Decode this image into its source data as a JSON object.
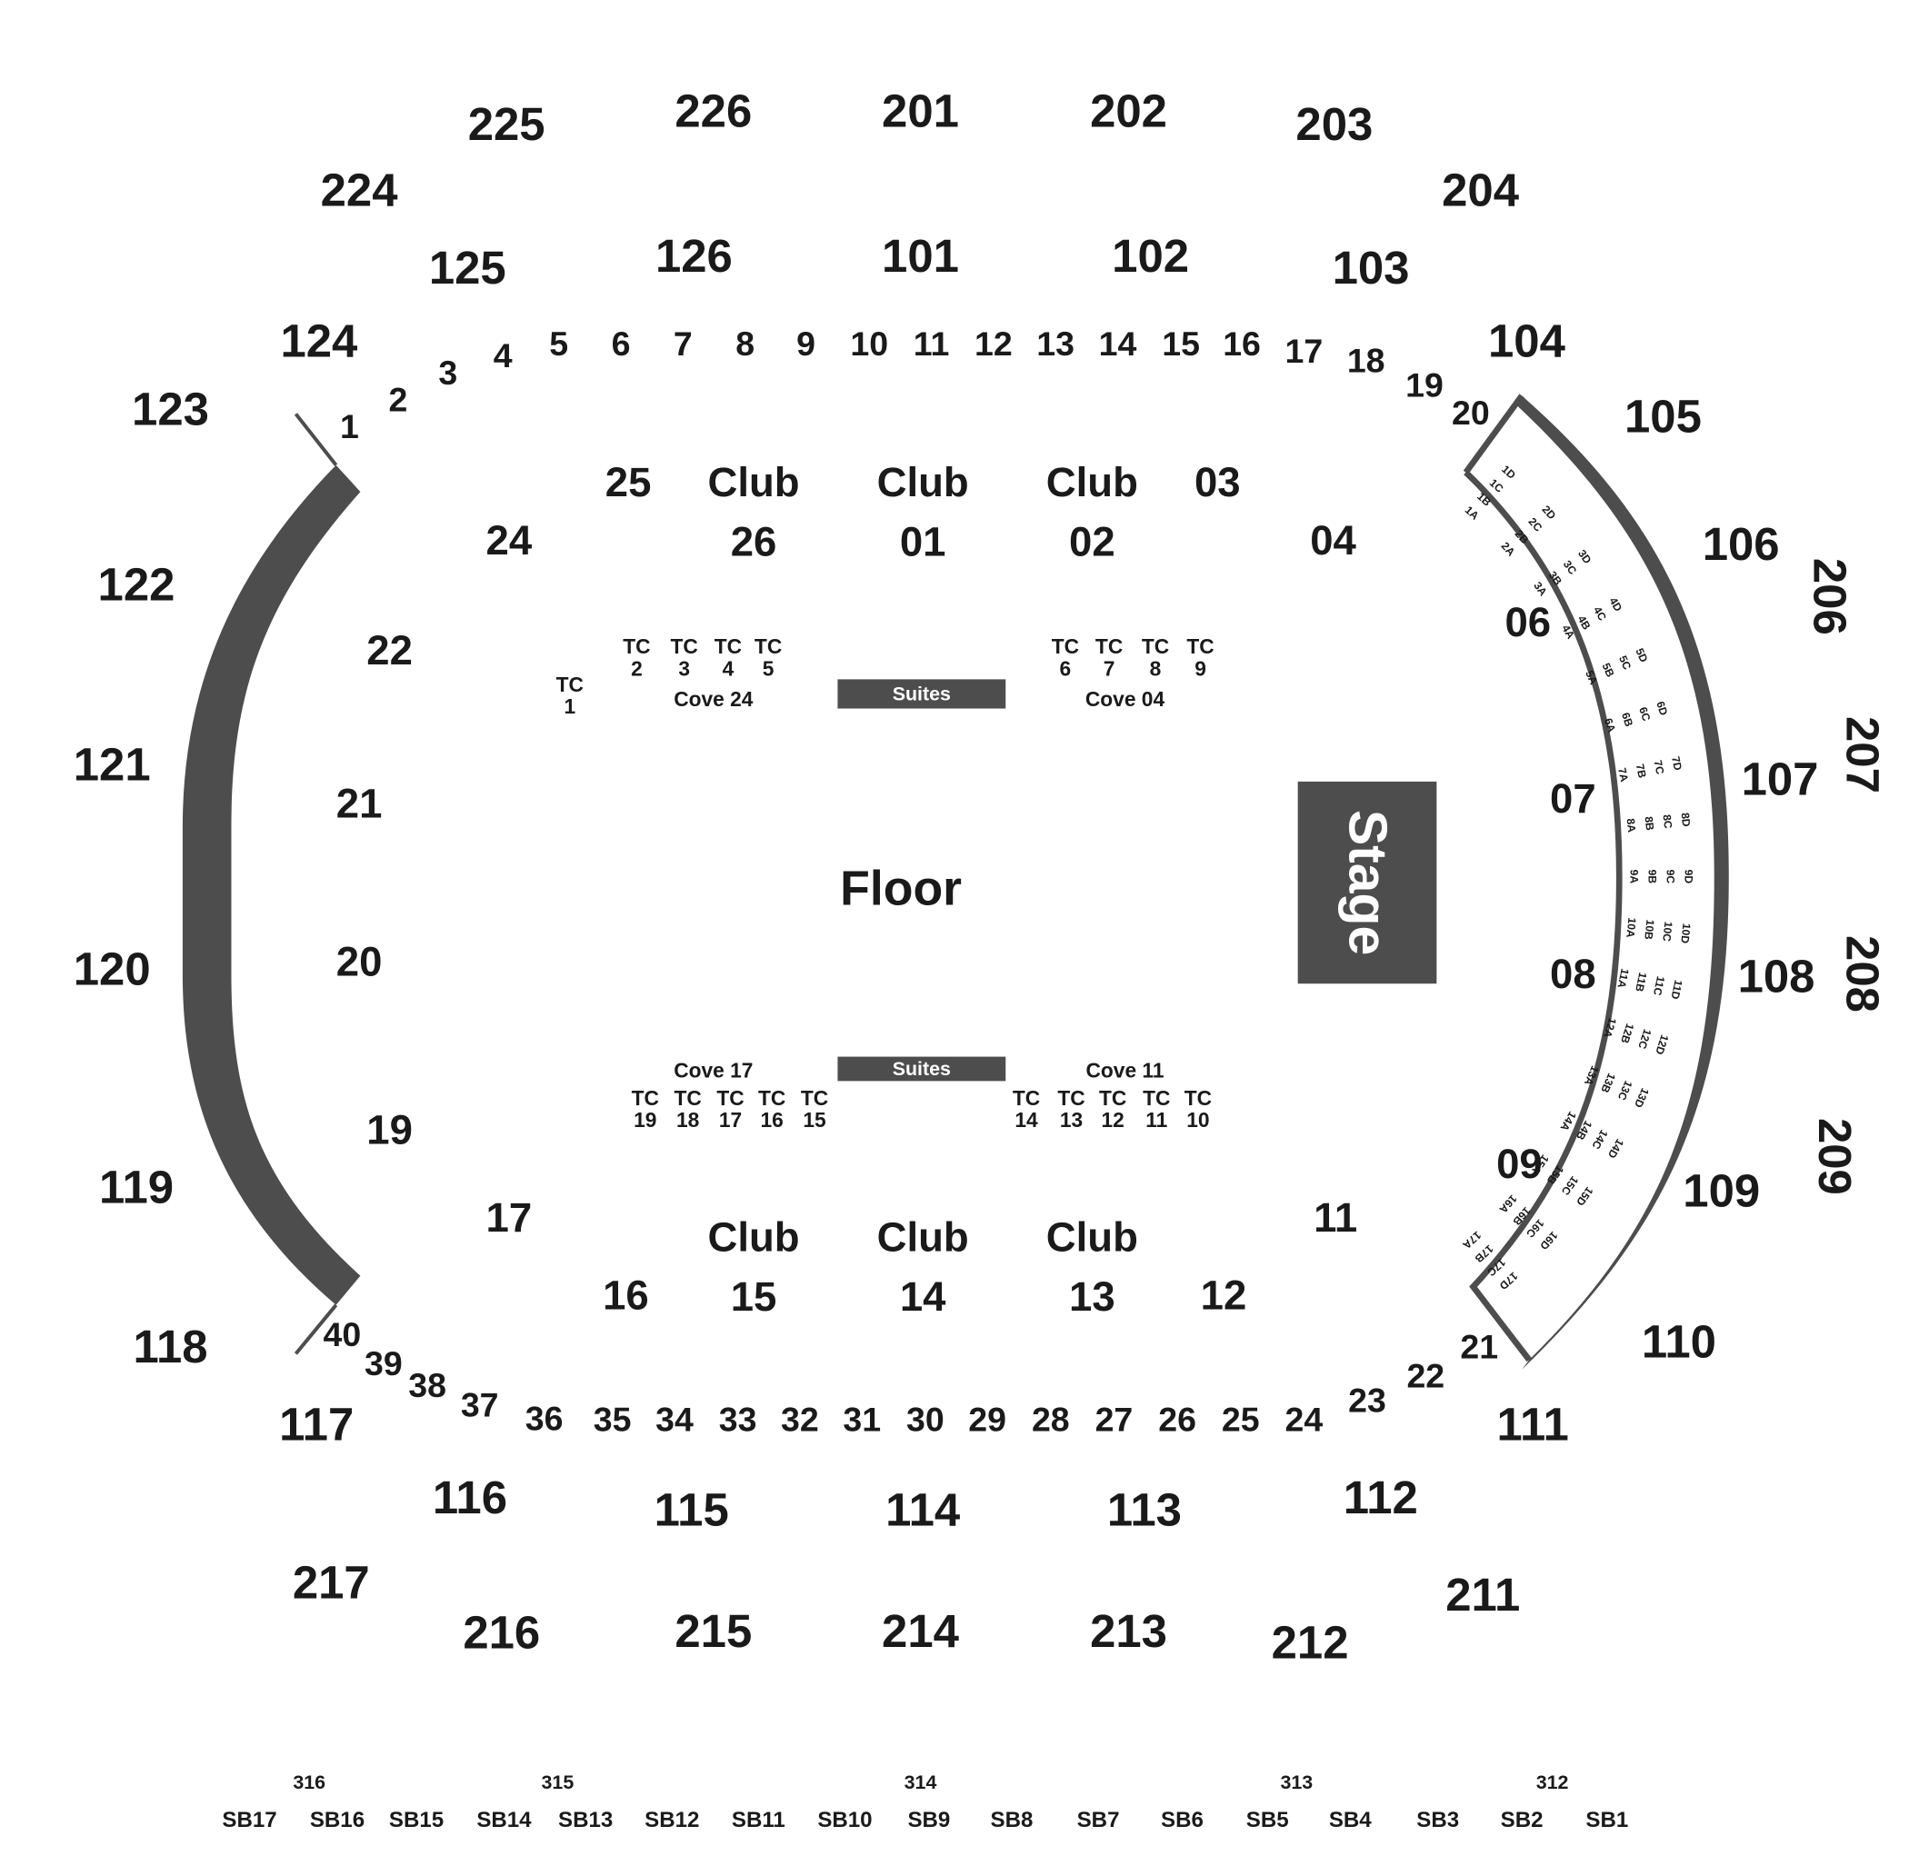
{
  "colors": {
    "structure": "#4d4d4d",
    "text": "#1a1a1a",
    "background": "#ffffff",
    "stage_text": "#ffffff"
  },
  "venue": {
    "floor_label": "Floor",
    "stage_label": "Stage",
    "suites_label": "Suites",
    "sections_200": [
      "225",
      "226",
      "201",
      "202",
      "203",
      "224",
      "204",
      "206",
      "207",
      "208",
      "209",
      "217",
      "216",
      "215",
      "214",
      "213",
      "212",
      "211"
    ],
    "sections_100": [
      "125",
      "126",
      "101",
      "102",
      "103",
      "124",
      "104",
      "123",
      "105",
      "122",
      "106",
      "121",
      "107",
      "120",
      "108",
      "119",
      "109",
      "118",
      "110",
      "117",
      "111",
      "116",
      "115",
      "114",
      "113",
      "112"
    ],
    "boxes_top": [
      "1",
      "2",
      "3",
      "4",
      "5",
      "6",
      "7",
      "8",
      "9",
      "10",
      "11",
      "12",
      "13",
      "14",
      "15",
      "16",
      "17",
      "18",
      "19",
      "20"
    ],
    "boxes_bottom": [
      "40",
      "39",
      "38",
      "37",
      "36",
      "35",
      "34",
      "33",
      "32",
      "31",
      "30",
      "29",
      "28",
      "27",
      "26",
      "25",
      "24",
      "23",
      "22",
      "21"
    ],
    "clubs_top": [
      {
        "line1": "25",
        "line2": ""
      },
      {
        "line1": "Club",
        "line2": "26"
      },
      {
        "line1": "Club",
        "line2": "01"
      },
      {
        "line1": "Club",
        "line2": "02"
      },
      {
        "line1": "03",
        "line2": ""
      }
    ],
    "clubs_bottom": [
      {
        "line1": "16",
        "line2": ""
      },
      {
        "line1": "Club",
        "line2": "15"
      },
      {
        "line1": "Club",
        "line2": "14"
      },
      {
        "line1": "Club",
        "line2": "13"
      },
      {
        "line1": "12",
        "line2": ""
      }
    ],
    "inner_left": [
      "24",
      "22",
      "21",
      "20",
      "19",
      "17"
    ],
    "inner_right": [
      "04",
      "06",
      "07",
      "08",
      "09",
      "11"
    ],
    "tc_top_left": [
      [
        "TC",
        "1"
      ],
      [
        "TC",
        "2"
      ],
      [
        "TC",
        "3"
      ],
      [
        "TC",
        "4"
      ],
      [
        "TC",
        "5"
      ]
    ],
    "tc_top_right": [
      [
        "TC",
        "6"
      ],
      [
        "TC",
        "7"
      ],
      [
        "TC",
        "8"
      ],
      [
        "TC",
        "9"
      ]
    ],
    "tc_bottom_left": [
      [
        "TC",
        "19"
      ],
      [
        "TC",
        "18"
      ],
      [
        "TC",
        "17"
      ],
      [
        "TC",
        "16"
      ],
      [
        "TC",
        "15"
      ]
    ],
    "tc_bottom_right": [
      [
        "TC",
        "14"
      ],
      [
        "TC",
        "13"
      ],
      [
        "TC",
        "12"
      ],
      [
        "TC",
        "11"
      ],
      [
        "TC",
        "10"
      ]
    ],
    "coves": [
      "Cove 24",
      "Cove 04",
      "Cove 17",
      "Cove 11"
    ],
    "loge_rows": [
      [
        "1A",
        "1B",
        "1C",
        "1D"
      ],
      [
        "2A",
        "2B",
        "2C",
        "2D"
      ],
      [
        "3A",
        "3B",
        "3C",
        "3D"
      ],
      [
        "4A",
        "4B",
        "4C",
        "4D"
      ],
      [
        "5A",
        "5B",
        "5C",
        "5D"
      ],
      [
        "6A",
        "6B",
        "6C",
        "6D"
      ],
      [
        "7A",
        "7B",
        "7C",
        "7D"
      ],
      [
        "8A",
        "8B",
        "8C",
        "8D"
      ],
      [
        "9A",
        "9B",
        "9C",
        "9D"
      ],
      [
        "10A",
        "10B",
        "10C",
        "10D"
      ],
      [
        "11A",
        "11B",
        "11C",
        "11D"
      ],
      [
        "12A",
        "12B",
        "12C",
        "12D"
      ],
      [
        "13A",
        "13B",
        "13C",
        "13D"
      ],
      [
        "14A",
        "14B",
        "14C",
        "14D"
      ],
      [
        "15A",
        "15B",
        "15C",
        "15D"
      ],
      [
        "16A",
        "16B",
        "16C",
        "16D"
      ],
      [
        "17A",
        "17B",
        "17C",
        "17D"
      ]
    ],
    "sections_300": [
      "316",
      "315",
      "314",
      "313",
      "312"
    ],
    "suite_boxes": [
      "SB17",
      "SB16",
      "SB15",
      "SB14",
      "SB13",
      "SB12",
      "SB11",
      "SB10",
      "SB9",
      "SB8",
      "SB7",
      "SB6",
      "SB5",
      "SB4",
      "SB3",
      "SB2",
      "SB1"
    ]
  }
}
